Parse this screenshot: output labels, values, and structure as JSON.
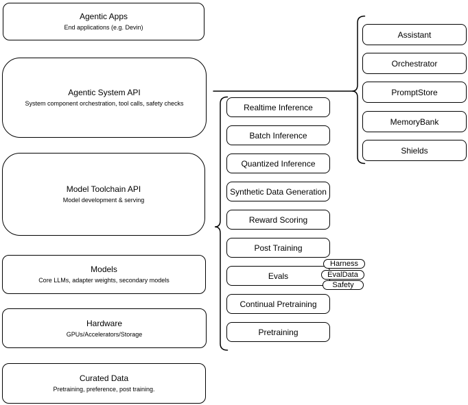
{
  "layers": [
    {
      "title": "Agentic Apps",
      "subtitle": "End applications (e.g. Devin)"
    },
    {
      "title": "Agentic System API",
      "subtitle": "System component orchestration, tool calls, safety checks"
    },
    {
      "title": "Model Toolchain API",
      "subtitle": "Model development & serving"
    },
    {
      "title": "Models",
      "subtitle": "Core LLMs, adapter weights, secondary models"
    },
    {
      "title": "Hardware",
      "subtitle": "GPUs/Accelerators/Storage"
    },
    {
      "title": "Curated Data",
      "subtitle": "Pretraining, preference, post training."
    }
  ],
  "toolchain_services": [
    {
      "label": "Realtime Inference"
    },
    {
      "label": "Batch Inference"
    },
    {
      "label": "Quantized Inference"
    },
    {
      "label": "Synthetic Data Generation"
    },
    {
      "label": "Reward Scoring"
    },
    {
      "label": "Post Training"
    },
    {
      "label": "Evals"
    },
    {
      "label": "Continual Pretraining"
    },
    {
      "label": "Pretraining"
    }
  ],
  "system_components": [
    {
      "label": "Assistant"
    },
    {
      "label": "Orchestrator"
    },
    {
      "label": "PromptStore"
    },
    {
      "label": "MemoryBank"
    },
    {
      "label": "Shields"
    }
  ],
  "eval_tags": [
    {
      "label": "Harness"
    },
    {
      "label": "EvalData"
    },
    {
      "label": "Safety"
    }
  ],
  "colors": {
    "stroke": "#000000",
    "background": "#ffffff"
  }
}
